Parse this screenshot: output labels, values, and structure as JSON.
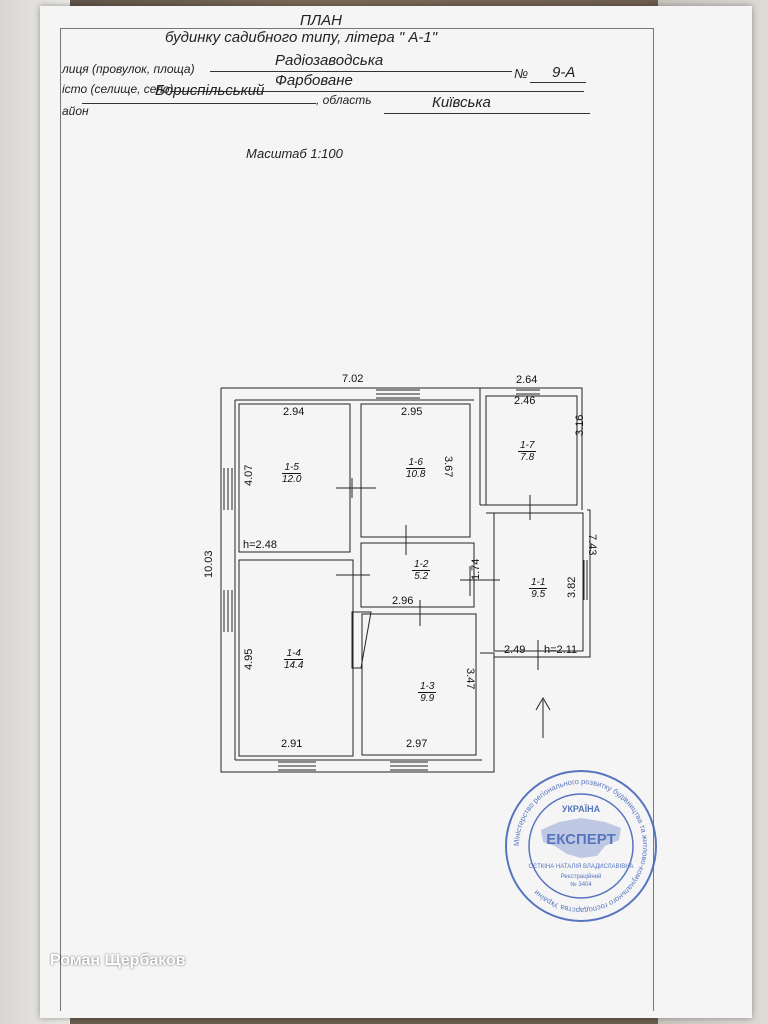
{
  "header": {
    "title": "ПЛАН",
    "subtitle": "будинку садибного типу, літера \" А-1\"",
    "street_label": "лиця (провулок, площа)",
    "street_value": "Радіозаводська",
    "number_label": "№",
    "number_value": "9-А",
    "settlement_label": "істо (селище, село)",
    "settlement_value": "Фарбоване",
    "district_label": "айон",
    "district_value": "Бориспільський",
    "region_label": ", область",
    "region_value": "Київська"
  },
  "scale": "Масштаб  1:100",
  "plan": {
    "overall": {
      "width": "7.02",
      "height": "10.03",
      "annex_width": "2.64",
      "annex_height": "7.43"
    },
    "rooms": [
      {
        "id": "1-5",
        "area": "12.0",
        "dims": [
          "2.94",
          "4.07"
        ],
        "height_note": "h=2.48"
      },
      {
        "id": "1-6",
        "area": "10.8",
        "dims": [
          "2.95",
          "3.67"
        ]
      },
      {
        "id": "1-7",
        "area": "7.8",
        "dims": [
          "2.46",
          "3.16"
        ]
      },
      {
        "id": "1-2",
        "area": "5.2",
        "dims": [
          "2.96",
          "1.74"
        ]
      },
      {
        "id": "1-1",
        "area": "9.5",
        "dims": [
          "2.49",
          "3.82"
        ],
        "height_note": "h=2.11"
      },
      {
        "id": "1-4",
        "area": "14.4",
        "dims": [
          "2.91",
          "4.95"
        ]
      },
      {
        "id": "1-3",
        "area": "9.9",
        "dims": [
          "2.97",
          "3.47"
        ]
      }
    ]
  },
  "stamp": {
    "ring_text": "Міністерство регіонального розвитку будівництва та житлово-комунального господарства України",
    "country": "УКРАЇНА",
    "center": "ЕКСПЕРТ",
    "name": "СЄТКІНА НАТАЛІЯ ВЛАДИСЛАВІВНА",
    "reg_label": "Реєстраційний",
    "reg_no": "№ 3404"
  },
  "caption": "Роман Щербаков",
  "colors": {
    "stamp": "#3b5fb5",
    "ink": "#222222",
    "paper": "#f5f5f6"
  }
}
